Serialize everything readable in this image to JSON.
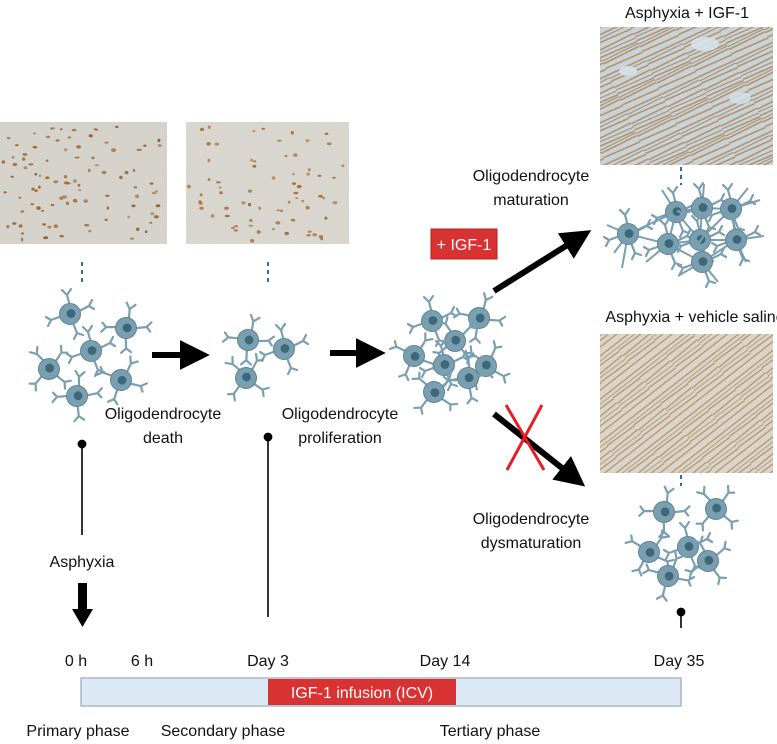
{
  "photos": {
    "asphyxia_igf1_title": "Asphyxia + IGF-1",
    "asphyxia_saline_title": "Asphyxia + vehicle saline"
  },
  "stages": {
    "death_1": "Oligodendrocyte",
    "death_2": "death",
    "proliferation_1": "Oligodendrocyte",
    "proliferation_2": "proliferation",
    "maturation_1": "Oligodendrocyte",
    "maturation_2": "maturation",
    "dysmaturation_1": "Oligodendrocyte",
    "dysmaturation_2": "dysmaturation"
  },
  "treatment": {
    "igf1_badge": "+ IGF-1"
  },
  "insult": {
    "label": "Asphyxia"
  },
  "timeline": {
    "ticks": [
      "0 h",
      "6 h",
      "Day 3",
      "Day 14",
      "Day 35"
    ],
    "infusion_label": "IGF-1 infusion (ICV)",
    "phases": [
      "Primary phase",
      "Secondary phase",
      "Tertiary phase"
    ]
  },
  "colors": {
    "cell_fill": "#7a9fb0",
    "cell_stroke": "#5f8595",
    "nucleus": "#3e6879",
    "timeline_bar": "#dce8f3",
    "timeline_border": "#aab8c4",
    "infusion_red": "#d93232",
    "cross_red": "#e31e24",
    "connector_blue": "#2f6f9e"
  }
}
